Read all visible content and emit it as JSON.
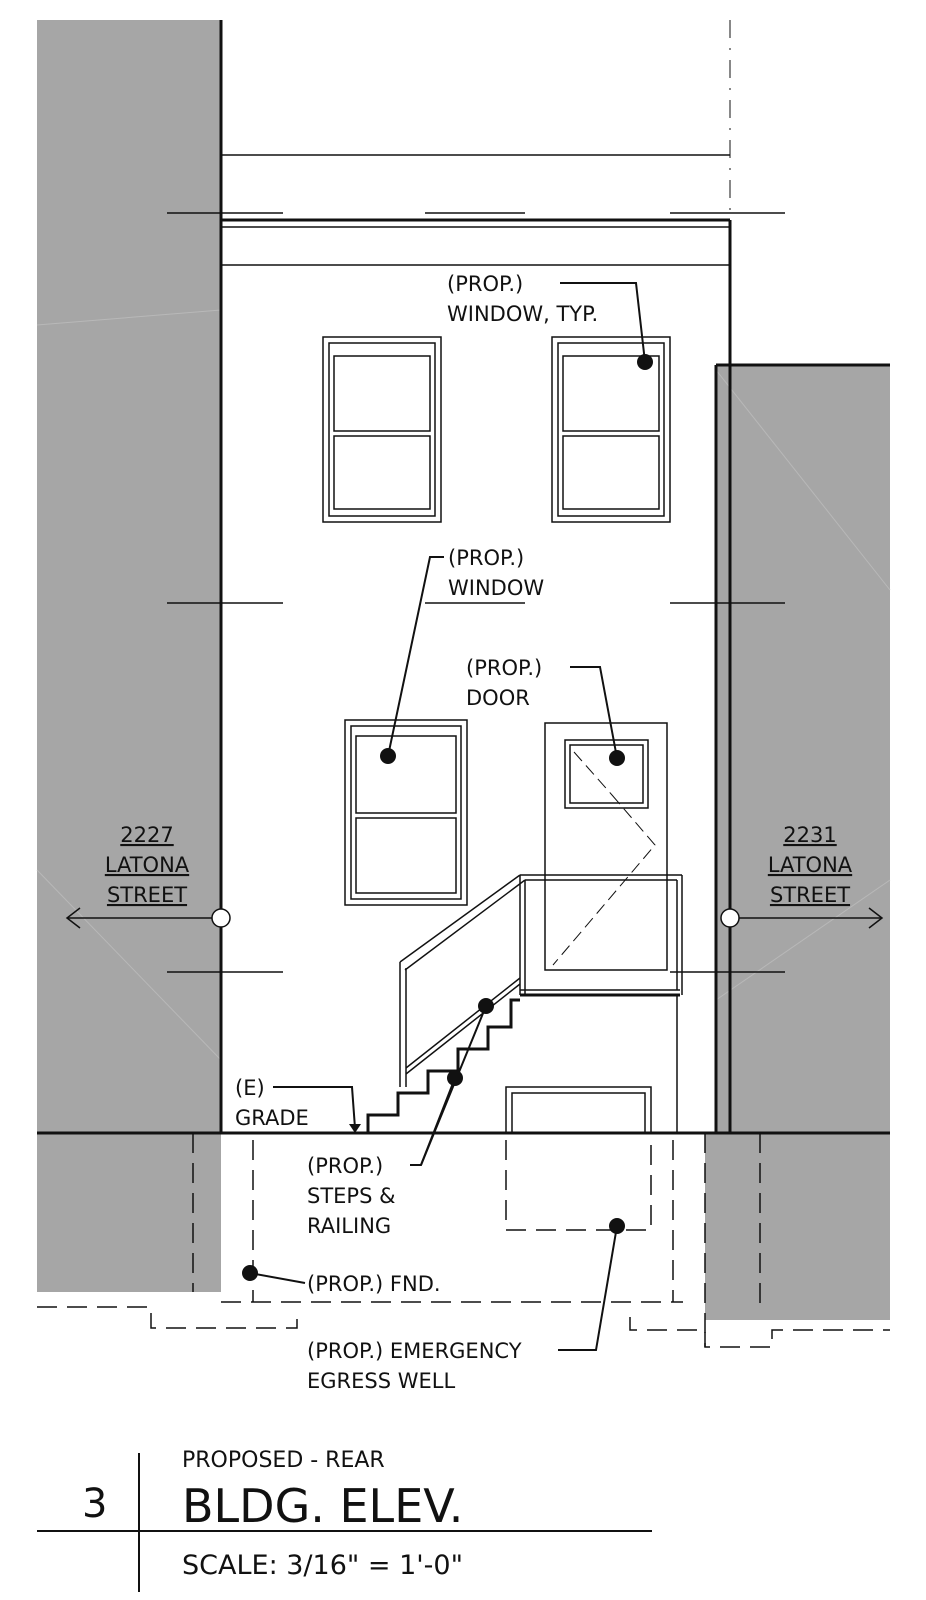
{
  "drawing": {
    "callouts": {
      "window_typ": [
        "(PROP.)",
        "WINDOW, TYP."
      ],
      "window": [
        "(PROP.)",
        "WINDOW"
      ],
      "door": [
        "(PROP.)",
        "DOOR"
      ],
      "grade": [
        "(E)",
        "GRADE"
      ],
      "steps": [
        "(PROP.)",
        "STEPS &",
        "RAILING"
      ],
      "foundation": "(PROP.) FND.",
      "egress": [
        "(PROP.) EMERGENCY",
        "EGRESS WELL"
      ]
    },
    "neighbors": {
      "left": [
        "2227",
        "LATONA",
        "STREET"
      ],
      "right": [
        "2231",
        "LATONA",
        "STREET"
      ]
    }
  },
  "title_block": {
    "number": "3",
    "subtitle": "PROPOSED - REAR",
    "title": "BLDG. ELEV.",
    "scale": "SCALE: 3/16\" = 1'-0\""
  },
  "colors": {
    "neighbor_fill": "#a6a6a6",
    "line": "#111111"
  }
}
